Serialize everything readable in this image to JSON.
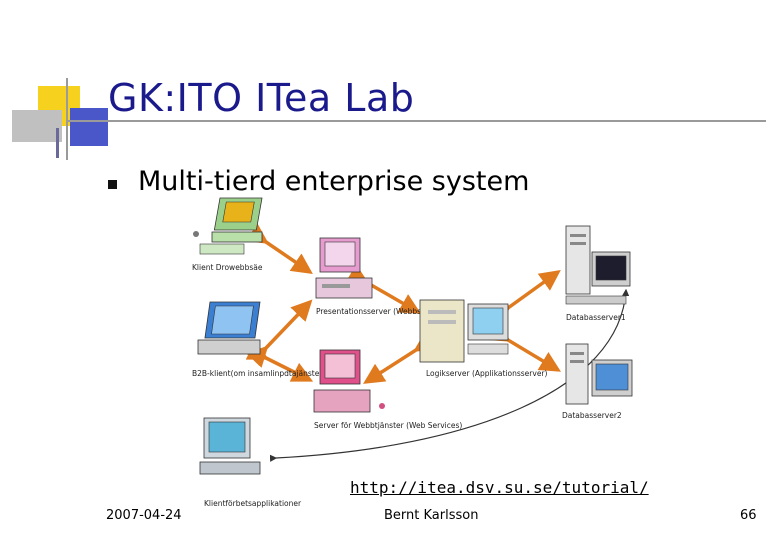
{
  "slide": {
    "title": "GK:ITO ITea Lab",
    "bullet": "Multi-tierd enterprise system",
    "url": "http://itea.dsv.su.se/tutorial/",
    "footer": {
      "date": "2007-04-24",
      "author": "Bernt Karlsson",
      "page": "66"
    }
  },
  "diagram": {
    "labels": {
      "client_browser": "Klient Drowebbsäe",
      "presentation_server": "Presentationsserver (Webbserver)",
      "b2b_client": "B2B-klient(om insamlinpdtajänsten)",
      "app_server": "Logikserver (Applikationsserver)",
      "web_service": "Server för Webbtjänster (Web Services)",
      "db_server_1": "Databasserver1",
      "db_server_2": "Databasserver2",
      "client_app": "Klientförbetsapplikationer"
    }
  },
  "colors": {
    "title": "#1a1a8c",
    "arrow": "#e07a1f",
    "deco_yellow": "#f6d21e",
    "deco_blue": "#4a57c8",
    "deco_gray": "#c0c0c0"
  }
}
